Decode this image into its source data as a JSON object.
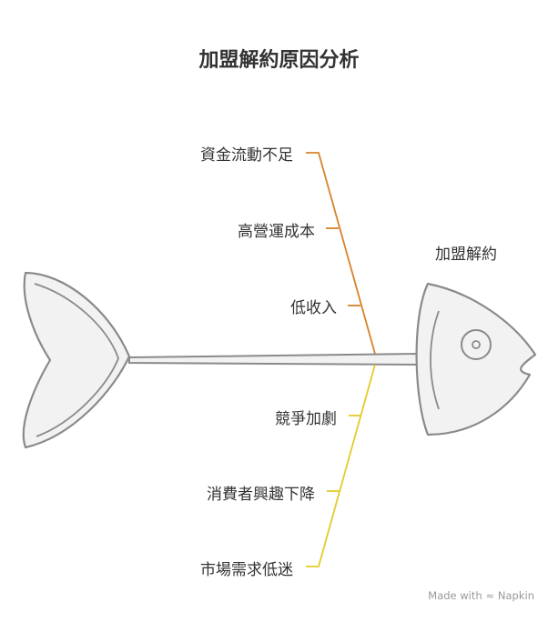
{
  "title": "加盟解約原因分析",
  "effect": "加盟解約",
  "causes_top": [
    {
      "label": "資金流動不足"
    },
    {
      "label": "高營運成本"
    },
    {
      "label": "低收入"
    }
  ],
  "causes_bottom": [
    {
      "label": "競爭加劇"
    },
    {
      "label": "消費者興趣下降"
    },
    {
      "label": "市場需求低迷"
    }
  ],
  "colors": {
    "top_branch": "#D9822B",
    "bottom_branch": "#E3CB2A",
    "outline": "#8A8A8A",
    "fill": "#F2F2F2"
  },
  "watermark": {
    "prefix": "Made with",
    "brand": "Napkin",
    "icon": "napkin-logo-icon"
  }
}
